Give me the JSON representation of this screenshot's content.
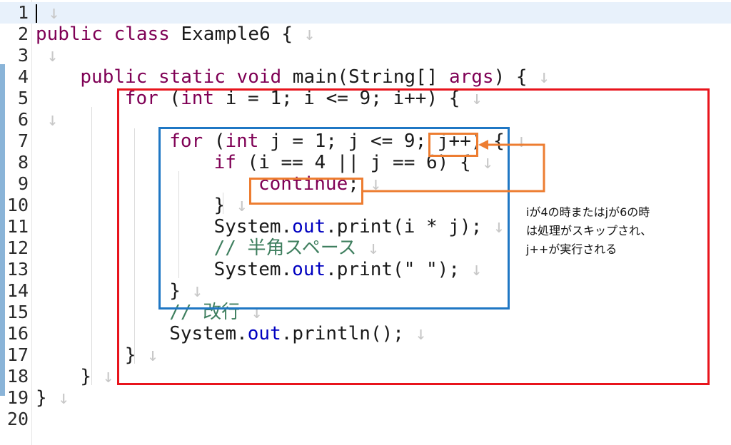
{
  "editor": {
    "lines": [
      {
        "n": "1",
        "indent": 0,
        "tokens": []
      },
      {
        "n": "2",
        "indent": 0,
        "tokens": [
          {
            "t": "public class",
            "c": "kw"
          },
          {
            "t": " Example6 {",
            "c": ""
          }
        ]
      },
      {
        "n": "3",
        "indent": 0,
        "tokens": []
      },
      {
        "n": "4",
        "indent": 2,
        "tokens": [
          {
            "t": "public static void",
            "c": "kw"
          },
          {
            "t": " main(String[] ",
            "c": ""
          },
          {
            "t": "args",
            "c": "kw"
          },
          {
            "t": ") {",
            "c": ""
          }
        ]
      },
      {
        "n": "5",
        "indent": 4,
        "tokens": [
          {
            "t": "for",
            "c": "kw"
          },
          {
            "t": " (",
            "c": ""
          },
          {
            "t": "int",
            "c": "kw"
          },
          {
            "t": " i = 1; i <= 9; i++) {",
            "c": ""
          }
        ]
      },
      {
        "n": "6",
        "indent": 0,
        "tokens": []
      },
      {
        "n": "7",
        "indent": 6,
        "tokens": [
          {
            "t": "for",
            "c": "kw"
          },
          {
            "t": " (",
            "c": ""
          },
          {
            "t": "int",
            "c": "kw"
          },
          {
            "t": " j = 1; j <= 9; j++) {",
            "c": ""
          }
        ]
      },
      {
        "n": "8",
        "indent": 8,
        "tokens": [
          {
            "t": "if",
            "c": "kw"
          },
          {
            "t": " (i == 4 || j == 6) {",
            "c": ""
          }
        ]
      },
      {
        "n": "9",
        "indent": 10,
        "tokens": [
          {
            "t": "continue",
            "c": "kw"
          },
          {
            "t": ";",
            "c": ""
          }
        ]
      },
      {
        "n": "10",
        "indent": 8,
        "tokens": [
          {
            "t": "}",
            "c": ""
          }
        ]
      },
      {
        "n": "11",
        "indent": 8,
        "tokens": [
          {
            "t": "System.",
            "c": ""
          },
          {
            "t": "out",
            "c": "fld"
          },
          {
            "t": ".print(i * j);",
            "c": ""
          }
        ]
      },
      {
        "n": "12",
        "indent": 8,
        "tokens": [
          {
            "t": "// 半角スペース",
            "c": "cm"
          }
        ]
      },
      {
        "n": "13",
        "indent": 8,
        "tokens": [
          {
            "t": "System.",
            "c": ""
          },
          {
            "t": "out",
            "c": "fld"
          },
          {
            "t": ".print(\" \");",
            "c": ""
          }
        ]
      },
      {
        "n": "14",
        "indent": 6,
        "tokens": [
          {
            "t": "}",
            "c": ""
          }
        ]
      },
      {
        "n": "15",
        "indent": 6,
        "tokens": [
          {
            "t": "// 改行",
            "c": "cm"
          }
        ]
      },
      {
        "n": "16",
        "indent": 6,
        "tokens": [
          {
            "t": "System.",
            "c": ""
          },
          {
            "t": "out",
            "c": "fld"
          },
          {
            "t": ".println();",
            "c": ""
          }
        ]
      },
      {
        "n": "17",
        "indent": 4,
        "tokens": [
          {
            "t": "}",
            "c": ""
          }
        ]
      },
      {
        "n": "18",
        "indent": 2,
        "tokens": [
          {
            "t": "}",
            "c": ""
          }
        ]
      },
      {
        "n": "19",
        "indent": 0,
        "tokens": [
          {
            "t": "}",
            "c": ""
          }
        ]
      },
      {
        "n": "20",
        "indent": 0,
        "tokens": [],
        "noret": true
      }
    ],
    "return_mark": "↓",
    "colors": {
      "keyword": "#7f0055",
      "field": "#0000c0",
      "comment": "#3f7f5f",
      "outer_box": "#e8141c",
      "inner_box": "#1f77c4",
      "highlight_box": "#ed7d31"
    }
  },
  "annotation": {
    "lines": [
      "iが4の時またはjが6の時",
      "は処理がスキップされ、",
      "j++が実行される"
    ]
  }
}
